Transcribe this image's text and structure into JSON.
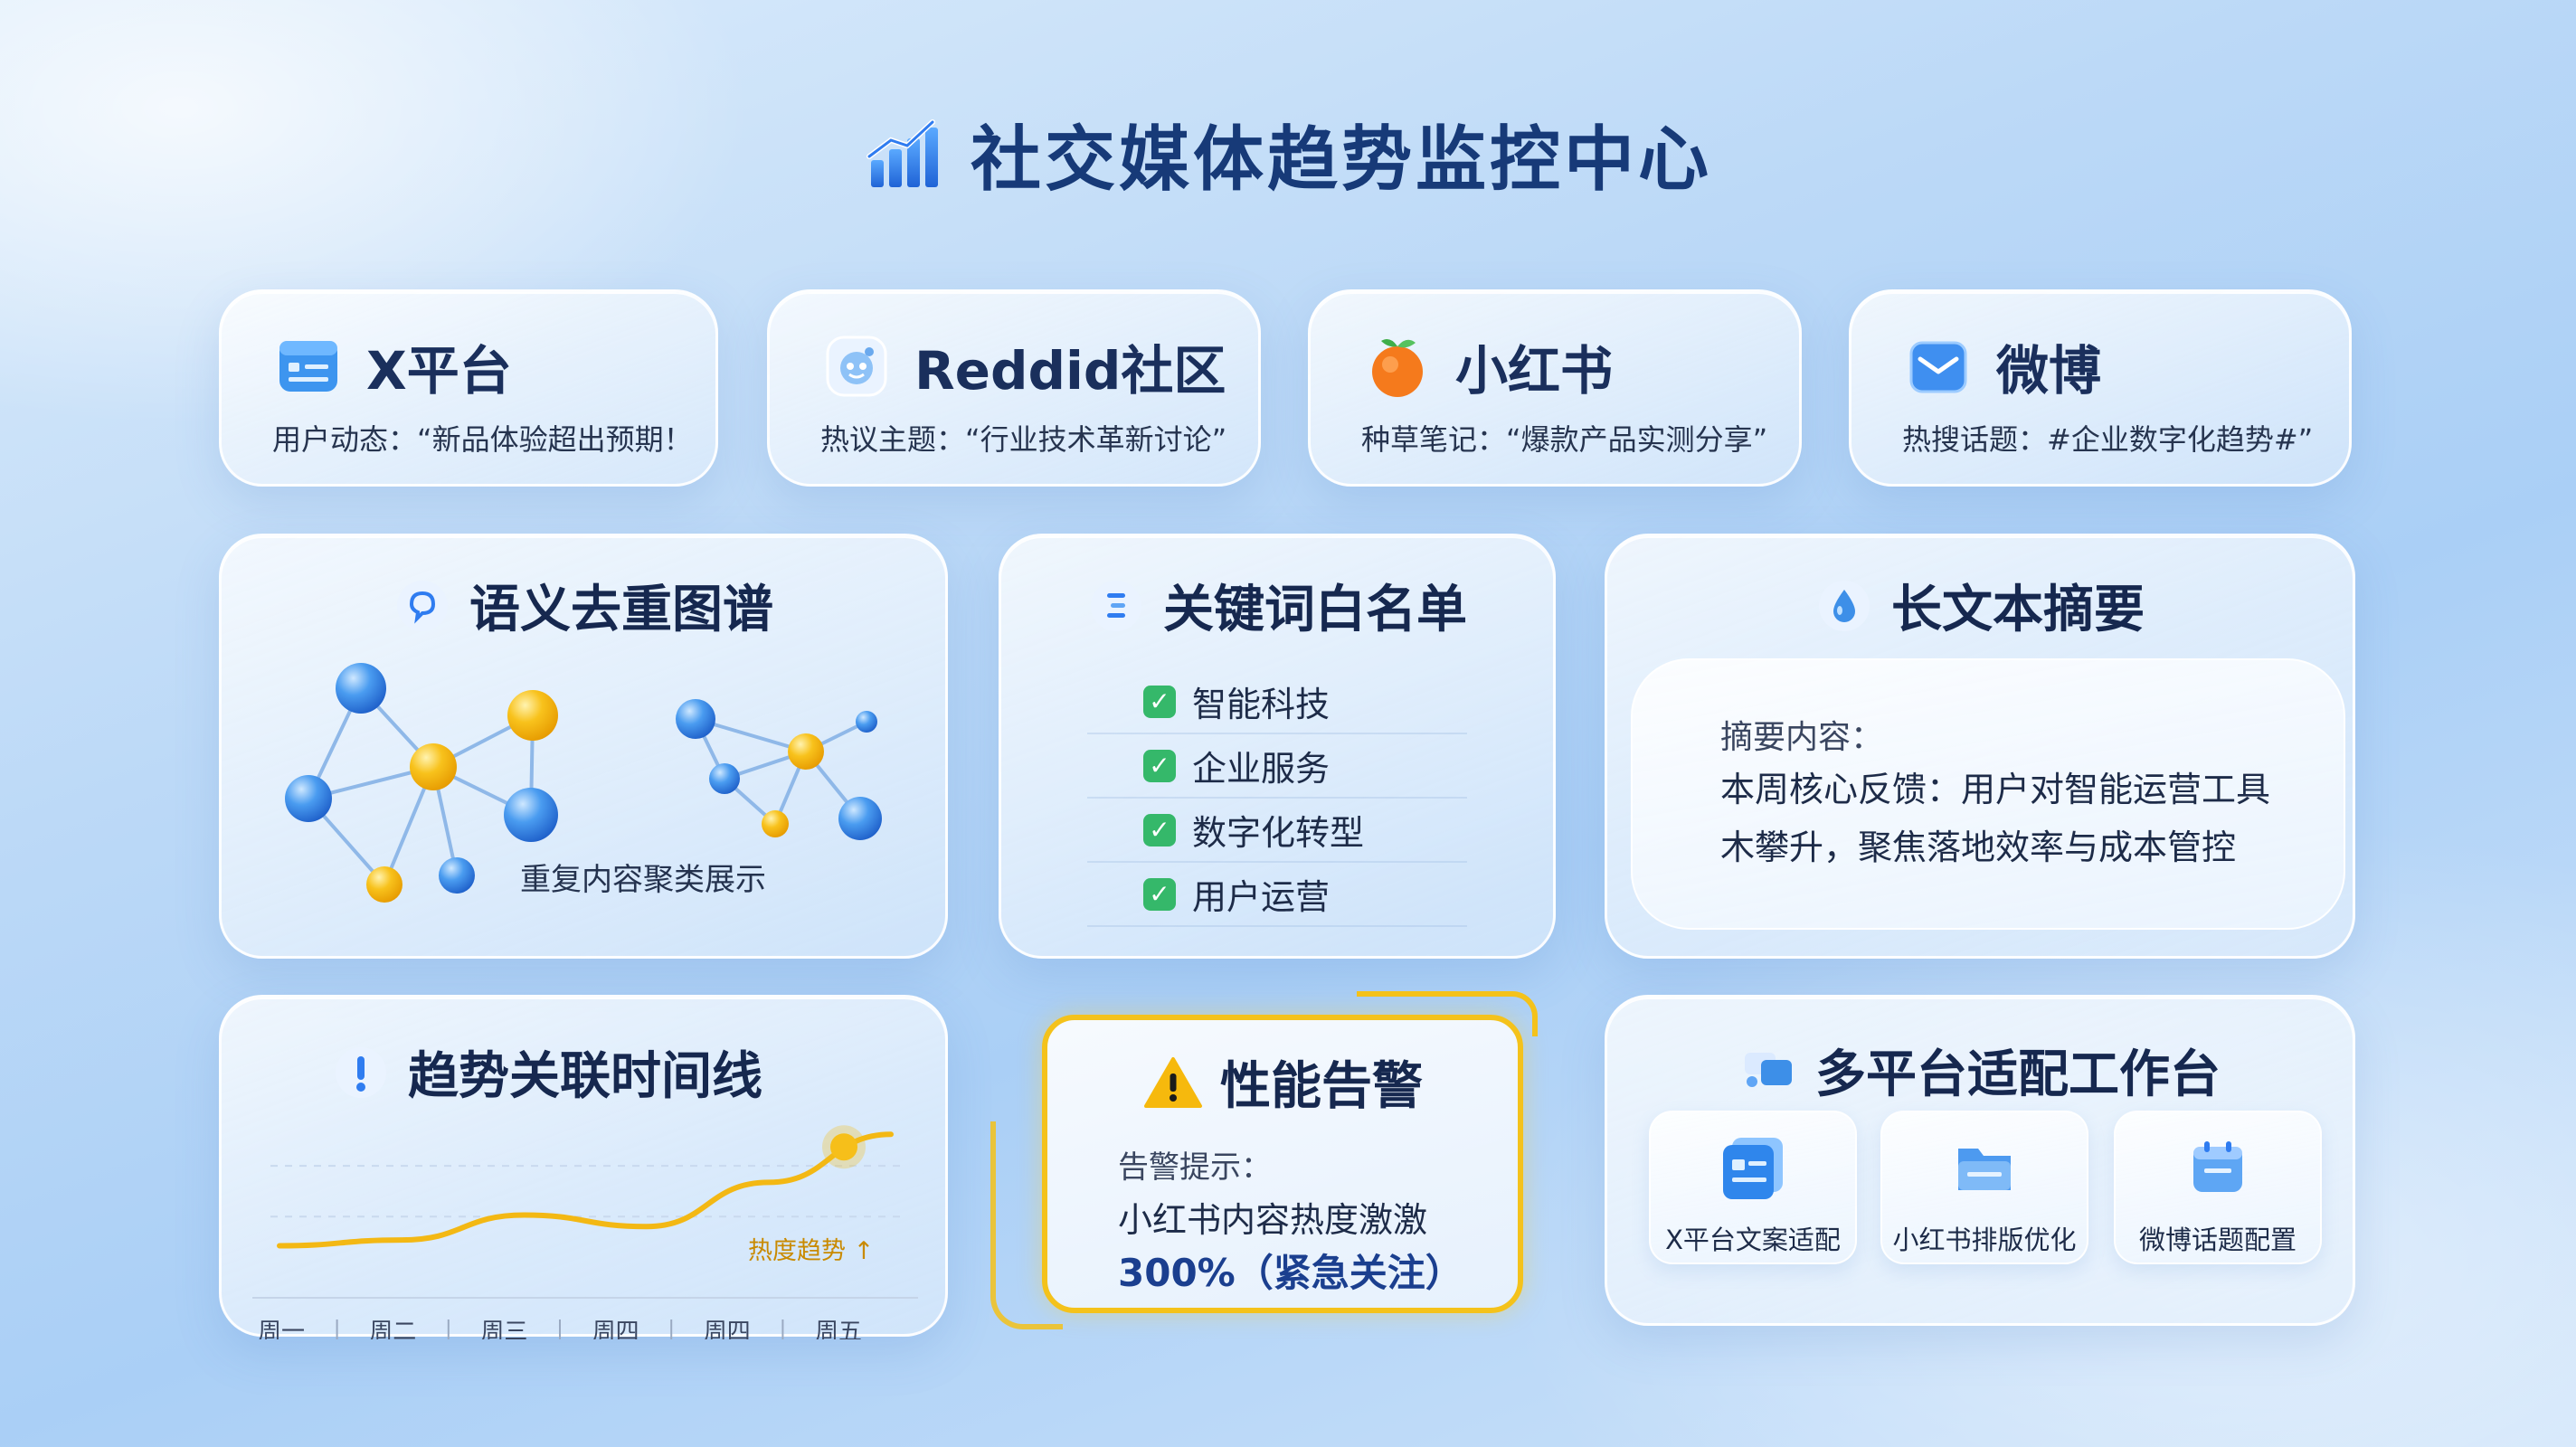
{
  "title": "社交媒体趋势监控中心",
  "platforms": [
    {
      "name": "X平台",
      "desc": "用户动态：“新品体验超出预期！",
      "icon": "x-platform-icon"
    },
    {
      "name": "Reddid社区",
      "desc": "热议主题：“行业技术革新讨论”",
      "icon": "reddit-icon"
    },
    {
      "name": "小红书",
      "desc": "种草笔记：“爆款产品实测分享”",
      "icon": "orange-icon"
    },
    {
      "name": "微博",
      "desc": "热搜话题：#企业数字化趋势#”",
      "icon": "weibo-mail-icon"
    }
  ],
  "dedup": {
    "title": "语义去重图谱",
    "caption": "重复内容聚类展示"
  },
  "keywords": {
    "title": "关键词白名单",
    "items": [
      "智能科技",
      "企业服务",
      "数字化转型",
      "用户运营"
    ]
  },
  "summary": {
    "title": "长文本摘要",
    "label": "摘要内容：",
    "lines": [
      "本周核心反馈：用户对智能运营工具",
      "木攀升，聚焦落地效率与成本管控"
    ]
  },
  "timeline": {
    "title": "趋势关联时间线",
    "legend": "热度趋势 ↑"
  },
  "alert": {
    "title": "性能告警",
    "label": "告警提示：",
    "text": "小红书内容热度激激",
    "value": "300%（紧急关注）"
  },
  "workbench": {
    "title": "多平台适配工作台",
    "tools": [
      "X平台文案适配",
      "小红书排版优化",
      "微博话题配置"
    ]
  },
  "colors": {
    "title": "#173a78",
    "accent_yellow": "#f4c21b",
    "node_blue": "#3d8fe8",
    "node_yellow": "#f6bf1a",
    "check_green": "#35b86a"
  },
  "chart_data": {
    "type": "line",
    "categories": [
      "周一",
      "周二",
      "周三",
      "周四",
      "周四",
      "周五"
    ],
    "series": [
      {
        "values": [
          12,
          15,
          28,
          22,
          45,
          70
        ]
      }
    ],
    "ylim": [
      0,
      80
    ],
    "grid": true,
    "legend": "bottom-right"
  }
}
